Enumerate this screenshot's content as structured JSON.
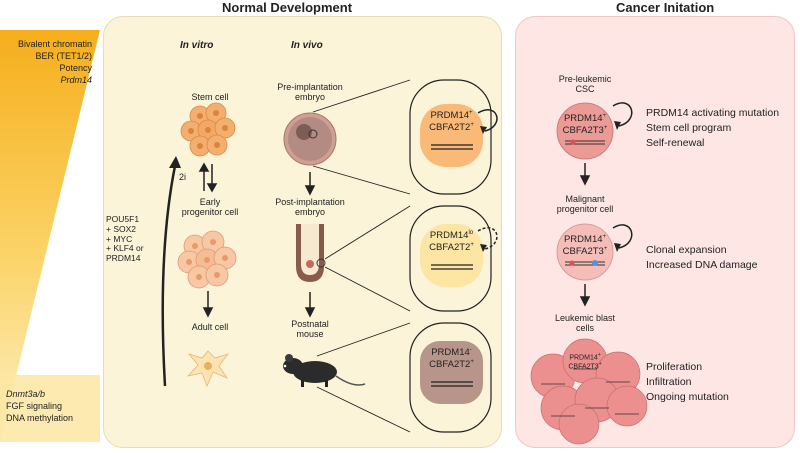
{
  "headers": {
    "normal": "Normal Development",
    "cancer": "Cancer Initation"
  },
  "gradient_top": {
    "bivalent": "Bivalent chromatin",
    "ber": "BER (TET1/2)",
    "potency": "Potency",
    "prdm14": "Prdm14"
  },
  "gradient_bottom": {
    "dnmt": "Dnmt3a/b",
    "fgf": "FGF signaling",
    "methylation": "DNA methylation"
  },
  "in_vitro": {
    "title": "In vitro",
    "stem_cell": "Stem cell",
    "two_i": "2i",
    "early_progenitor_line1": "Early",
    "early_progenitor_line2": "progenitor cell",
    "adult_cell": "Adult cell",
    "factors": [
      "POU5F1",
      "+ SOX2",
      "+ MYC",
      "+ KLF4 or",
      "PRDM14"
    ]
  },
  "in_vivo": {
    "title": "In vivo",
    "pre_line1": "Pre-implantation",
    "pre_line2": "embryo",
    "post_line1": "Post-implantation",
    "post_line2": "embryo",
    "postnatal_line1": "Postnatal",
    "postnatal_line2": "mouse",
    "cell1_prdm": "PRDM14",
    "cell1_prdm_sup": "+",
    "cell1_cbfa": "CBFA2T2",
    "cell1_cbfa_sup": "+",
    "cell2_prdm": "PRDM14",
    "cell2_prdm_sup": "lo",
    "cell2_cbfa": "CBFA2T2",
    "cell2_cbfa_sup": "+",
    "cell3_prdm": "PRDM14",
    "cell3_prdm_sup": "-",
    "cell3_cbfa": "CBFA2T2",
    "cell3_cbfa_sup": "+"
  },
  "cancer": {
    "csc_line1": "Pre-leukemic",
    "csc_line2": "CSC",
    "csc_prdm": "PRDM14",
    "csc_prdm_sup": "+",
    "csc_cbfa": "CBFA2T3",
    "csc_cbfa_sup": "+",
    "csc_notes": [
      "PRDM14 activating mutation",
      "Stem cell program",
      "Self-renewal"
    ],
    "mal_line1": "Malignant",
    "mal_line2": "progenitor cell",
    "mal_prdm": "PRDM14",
    "mal_prdm_sup": "+",
    "mal_cbfa": "CBFA2T3",
    "mal_cbfa_sup": "+",
    "mal_notes": [
      "Clonal expansion",
      "Increased DNA damage"
    ],
    "blast_line1": "Leukemic blast",
    "blast_line2": "cells",
    "blast_prdm": "PRDM14",
    "blast_prdm_sup": "+",
    "blast_cbfa": "CBFA2T3",
    "blast_cbfa_sup": "+",
    "blast_notes": [
      "Proliferation",
      "Infiltration",
      "Ongoing mutation"
    ]
  },
  "colors": {
    "gradient_top": "#f7b11e",
    "gradient_bottom": "#fde9a8",
    "normal_panel": "#fbf4d8",
    "cancer_panel": "#fde6e3",
    "cancer_cell": "#ec8f8f",
    "stem_cell": "#f4b373"
  }
}
